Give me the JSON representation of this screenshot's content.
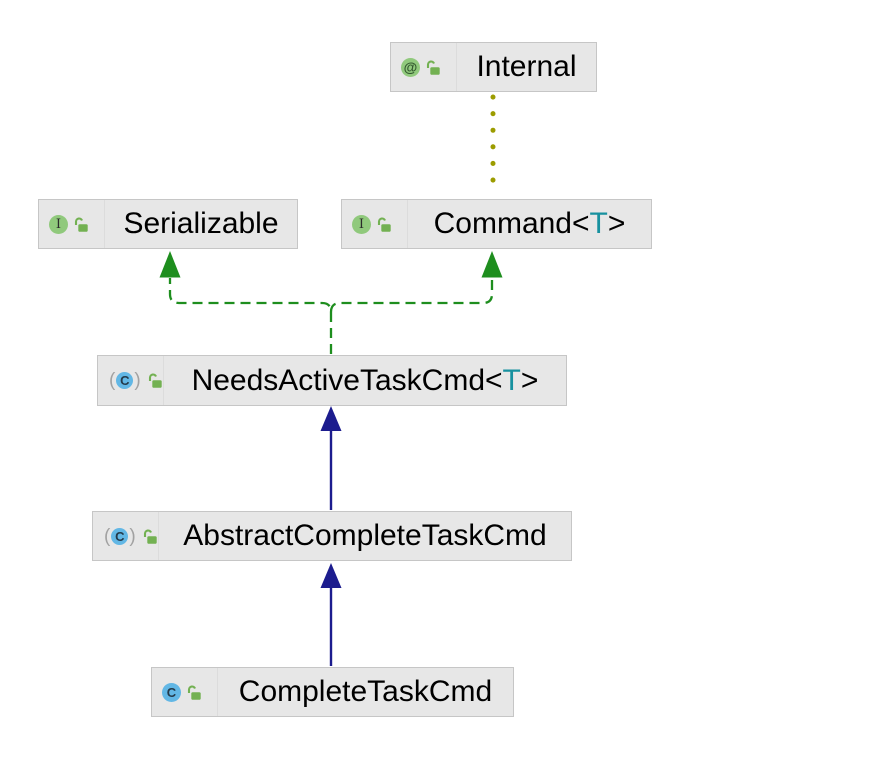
{
  "diagram": {
    "kind": "uml-class-diagram",
    "syntax_note": "IntelliJ-style class hierarchy popup",
    "colors": {
      "node_background": "#e7e7e7",
      "node_border": "#c6c6c6",
      "icon_green": "#90c97c",
      "icon_blue": "#62b7e5",
      "lock_green": "#73b152",
      "generic_param_teal": "#17919f",
      "edge_realization_green": "#1e8e1e",
      "edge_generalization_navy": "#1c1c8e",
      "edge_annotation_olive": "#9c9c00"
    },
    "nodes": [
      {
        "id": "internal",
        "kind": "annotation",
        "icon": "annotation-icon",
        "icon_glyph": "@",
        "visibility": "public-unlocked",
        "name": "Internal"
      },
      {
        "id": "serializable",
        "kind": "interface",
        "icon": "interface-icon",
        "icon_glyph": "I",
        "visibility": "public-unlocked",
        "name": "Serializable"
      },
      {
        "id": "command",
        "kind": "interface",
        "icon": "interface-icon",
        "icon_glyph": "I",
        "visibility": "public-unlocked",
        "name": "Command",
        "generic_open": "<",
        "generic_param": "T",
        "generic_close": ">"
      },
      {
        "id": "needs-active-task-cmd",
        "kind": "abstract-class",
        "icon": "abstract-class-icon",
        "icon_glyph": "C",
        "paren_open": "(",
        "paren_close": ")",
        "visibility": "public-unlocked",
        "name": "NeedsActiveTaskCmd",
        "generic_open": "<",
        "generic_param": "T",
        "generic_close": ">"
      },
      {
        "id": "abstract-complete-task-cmd",
        "kind": "abstract-class",
        "icon": "abstract-class-icon",
        "icon_glyph": "C",
        "paren_open": "(",
        "paren_close": ")",
        "visibility": "public-unlocked",
        "name": "AbstractCompleteTaskCmd"
      },
      {
        "id": "complete-task-cmd",
        "kind": "class",
        "icon": "class-icon",
        "icon_glyph": "C",
        "visibility": "public-unlocked",
        "name": "CompleteTaskCmd"
      }
    ],
    "edges": [
      {
        "from": "Command<T>",
        "to": "Internal",
        "type": "annotated-with",
        "style": "dotted-olive-no-arrow"
      },
      {
        "from": "NeedsActiveTaskCmd<T>",
        "to": "Serializable",
        "type": "implements",
        "style": "dashed-green-filled-triangle"
      },
      {
        "from": "NeedsActiveTaskCmd<T>",
        "to": "Command<T>",
        "type": "implements",
        "style": "dashed-green-filled-triangle"
      },
      {
        "from": "AbstractCompleteTaskCmd",
        "to": "NeedsActiveTaskCmd<T>",
        "type": "extends",
        "style": "solid-navy-filled-triangle"
      },
      {
        "from": "CompleteTaskCmd",
        "to": "AbstractCompleteTaskCmd",
        "type": "extends",
        "style": "solid-navy-filled-triangle"
      }
    ]
  }
}
